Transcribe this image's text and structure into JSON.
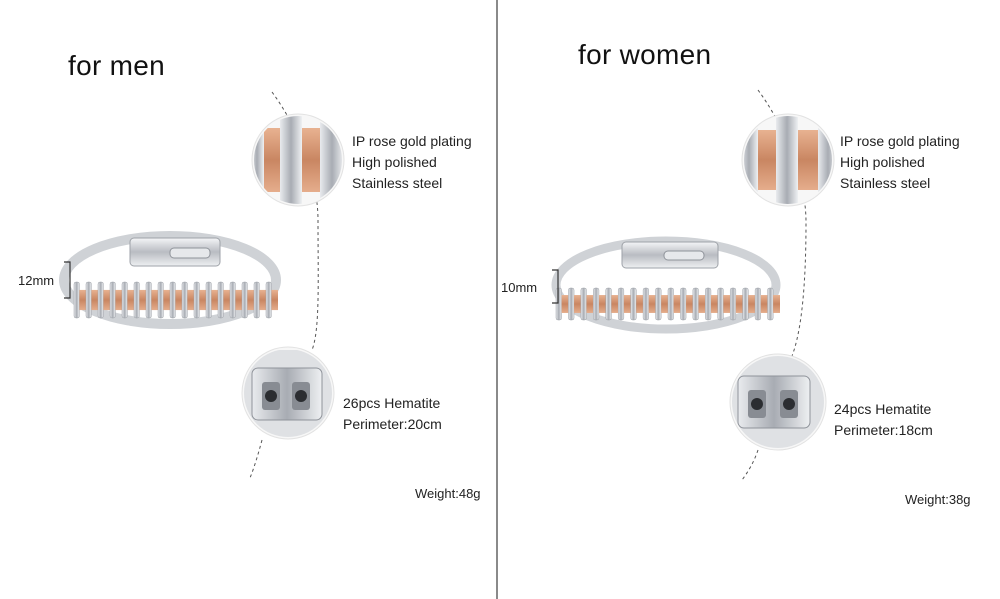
{
  "men": {
    "title": "for men",
    "plating": [
      "IP rose gold plating",
      "High polished",
      "Stainless steel"
    ],
    "hematite": [
      "26pcs Hematite",
      "Perimeter:20cm"
    ],
    "width": "12mm",
    "weight": "Weight:48g"
  },
  "women": {
    "title": "for women",
    "plating": [
      "IP rose gold plating",
      "High polished",
      "Stainless steel"
    ],
    "hematite": [
      "24pcs Hematite",
      "Perimeter:18cm"
    ],
    "width": "10mm",
    "weight": "Weight:38g"
  },
  "colors": {
    "rose_gold": "#d49470",
    "steel": "#c9ccd1",
    "divider": "#8a8a8a"
  }
}
